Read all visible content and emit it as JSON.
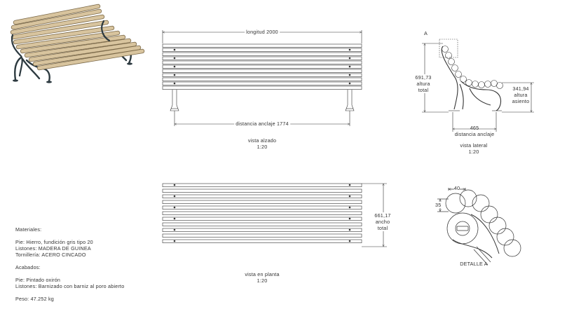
{
  "front_view": {
    "length_dim": "longitud  2000",
    "anchor_dim": "distancia anclaje  1774",
    "title": "vista alzado",
    "scale": "1:20"
  },
  "plan_view": {
    "width_value": "661,17",
    "width_l1": "ancho",
    "width_l2": "total",
    "title": "vista en planta",
    "scale": "1:20"
  },
  "side_view": {
    "detail_marker": "A",
    "height_value": "691,73",
    "height_l1": "altura",
    "height_l2": "total",
    "seat_value": "341,94",
    "seat_l1": "altura",
    "seat_l2": "asiento",
    "anchor_value": "465",
    "anchor_label": "distancia anclaje",
    "title": "vista lateral",
    "scale": "1:20"
  },
  "detail_view": {
    "dim_w": "40",
    "dim_h": "35",
    "title": "DETALLE A"
  },
  "notes": {
    "materials_heading": "Materiales:",
    "feet": "Pie: Hierro, fundición gris tipo 20",
    "slats": "Listones: MADERA DE GUINEA",
    "bolts": "Tornillería: ACERO CINCADO",
    "finishes_heading": "Acabados:",
    "feet_finish": "Pie: Pintado oxirón",
    "slats_finish": "Listones: Barnizado con barniz al poro abierto",
    "weight": "Peso: 47.252 kg"
  }
}
